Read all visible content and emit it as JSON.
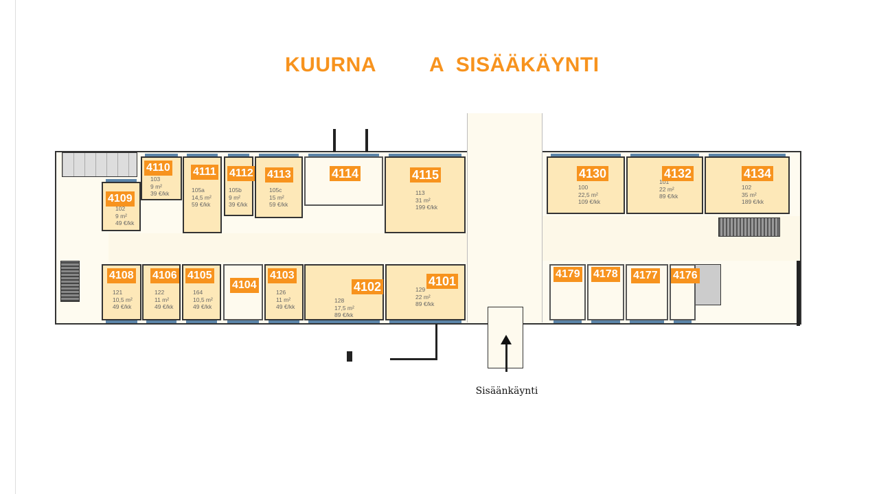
{
  "header": {
    "left": "KUURNA",
    "right": "A  SISÄÄKÄYNTI"
  },
  "entrance_label": "Sisäänkäynti",
  "accent": "#F7931E",
  "rooms": [
    {
      "id": "4110",
      "no": "103",
      "area": "9 m²",
      "price": "39 €/kk",
      "rented": true
    },
    {
      "id": "4109",
      "no": "102",
      "area": "9 m²",
      "price": "49 €/kk",
      "rented": true
    },
    {
      "id": "4111",
      "no": "105a",
      "area": "14,5 m²",
      "price": "59 €/kk",
      "rented": true
    },
    {
      "id": "4112",
      "no": "105b",
      "area": "9 m²",
      "price": "39 €/kk",
      "rented": true
    },
    {
      "id": "4113",
      "no": "105c",
      "area": "15 m²",
      "price": "59 €/kk",
      "rented": true
    },
    {
      "id": "4114",
      "no": "",
      "area": "",
      "price": "",
      "rented": false
    },
    {
      "id": "4115",
      "no": "113",
      "area": "31 m²",
      "price": "199 €/kk",
      "rented": true
    },
    {
      "id": "4130",
      "no": "100",
      "area": "22,5 m²",
      "price": "109 €/kk",
      "rented": true
    },
    {
      "id": "4132",
      "no": "101",
      "area": "22 m²",
      "price": "89 €/kk",
      "rented": true
    },
    {
      "id": "4134",
      "no": "102",
      "area": "35 m²",
      "price": "189 €/kk",
      "rented": true
    },
    {
      "id": "4108",
      "no": "121",
      "area": "10,5 m²",
      "price": "49 €/kk",
      "rented": true
    },
    {
      "id": "4106",
      "no": "122",
      "area": "11 m²",
      "price": "49 €/kk",
      "rented": true
    },
    {
      "id": "4105",
      "no": "164",
      "area": "10,5 m²",
      "price": "49 €/kk",
      "rented": true
    },
    {
      "id": "4104",
      "no": "",
      "area": "",
      "price": "",
      "rented": false
    },
    {
      "id": "4103",
      "no": "126",
      "area": "11 m²",
      "price": "49 €/kk",
      "rented": true
    },
    {
      "id": "4102",
      "no": "128",
      "area": "17,5 m²",
      "price": "89 €/kk",
      "rented": true
    },
    {
      "id": "4101",
      "no": "129",
      "area": "22 m²",
      "price": "89 €/kk",
      "rented": true
    },
    {
      "id": "4179",
      "no": "",
      "area": "",
      "price": "",
      "rented": false
    },
    {
      "id": "4178",
      "no": "",
      "area": "",
      "price": "",
      "rented": false
    },
    {
      "id": "4177",
      "no": "",
      "area": "",
      "price": "",
      "rented": false
    },
    {
      "id": "4176",
      "no": "",
      "area": "",
      "price": "",
      "rented": false
    }
  ]
}
